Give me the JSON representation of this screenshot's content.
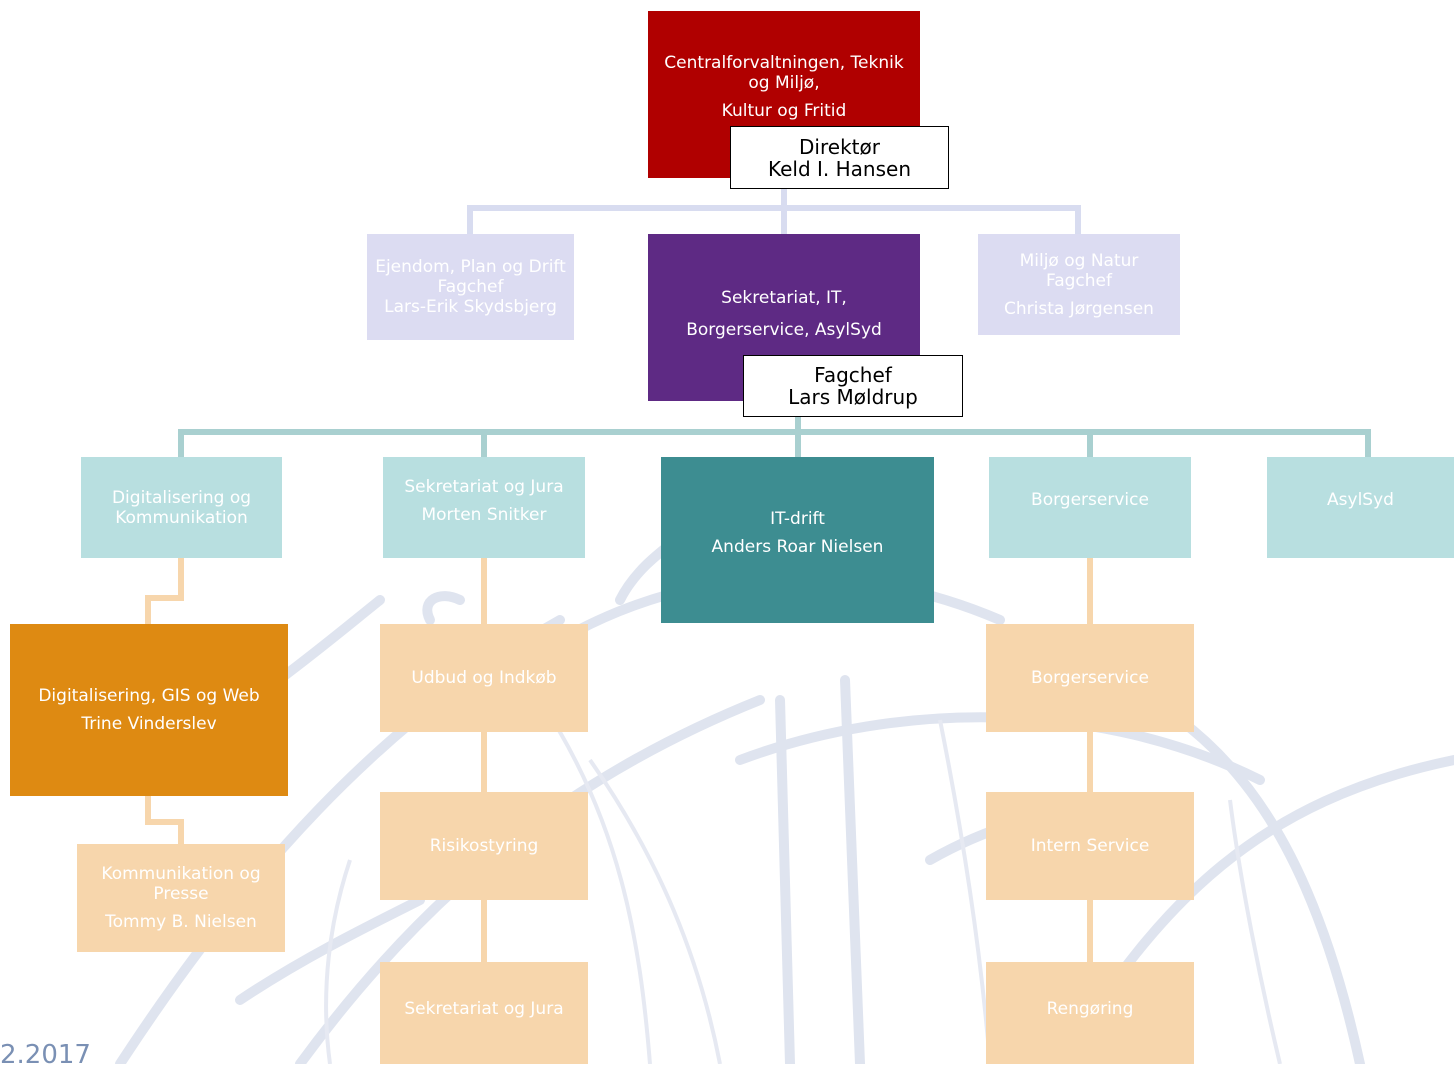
{
  "colors": {
    "director": "#b00000",
    "secretariat_head": "#5e2a84",
    "lavender": "#dcdcf2",
    "teal_light": "#b8dfe0",
    "teal_dark": "#3d8d91",
    "orange_dark": "#de8a12",
    "peach": "#f7d6ac",
    "connector_lavender": "#d8dcf0",
    "connector_teal": "#a9d0d0",
    "connector_peach": "#f7d6ac"
  },
  "top": {
    "unit_line1": "Centralforvaltningen, Teknik og Miljø,",
    "unit_line2": "Kultur og Fritid",
    "role": "Direktør",
    "person": "Keld I. Hansen"
  },
  "level2": [
    {
      "line1": "Ejendom, Plan og Drift",
      "line2": "Fagchef",
      "line3": "Lars-Erik Skydsbjerg"
    },
    {
      "line1": "Sekretariat, IT,",
      "line2": "Borgerservice, AsylSyd",
      "role": "Fagchef",
      "person": "Lars Møldrup"
    },
    {
      "line1": "Miljø og Natur",
      "line2": "Fagchef",
      "line3": "Christa Jørgensen"
    }
  ],
  "level3": [
    {
      "line1": "Digitalisering og Kommunikation"
    },
    {
      "line1": "Sekretariat og Jura",
      "line2": "Morten Snitker"
    },
    {
      "line1": "IT-drift",
      "line2": "Anders Roar Nielsen"
    },
    {
      "line1": "Borgerservice"
    },
    {
      "line1": "AsylSyd"
    }
  ],
  "digital_units": [
    {
      "line1": "Digitalisering, GIS og Web",
      "line2": "Trine Vinderslev"
    },
    {
      "line1": "Kommunikation og Presse",
      "line2": "Tommy B. Nielsen"
    }
  ],
  "jura_units": [
    "Udbud og Indkøb",
    "Risikostyring",
    "Sekretariat og Jura"
  ],
  "borger_units": [
    "Borgerservice",
    "Intern Service",
    "Rengøring"
  ],
  "footer": {
    "left": "2.2017"
  }
}
